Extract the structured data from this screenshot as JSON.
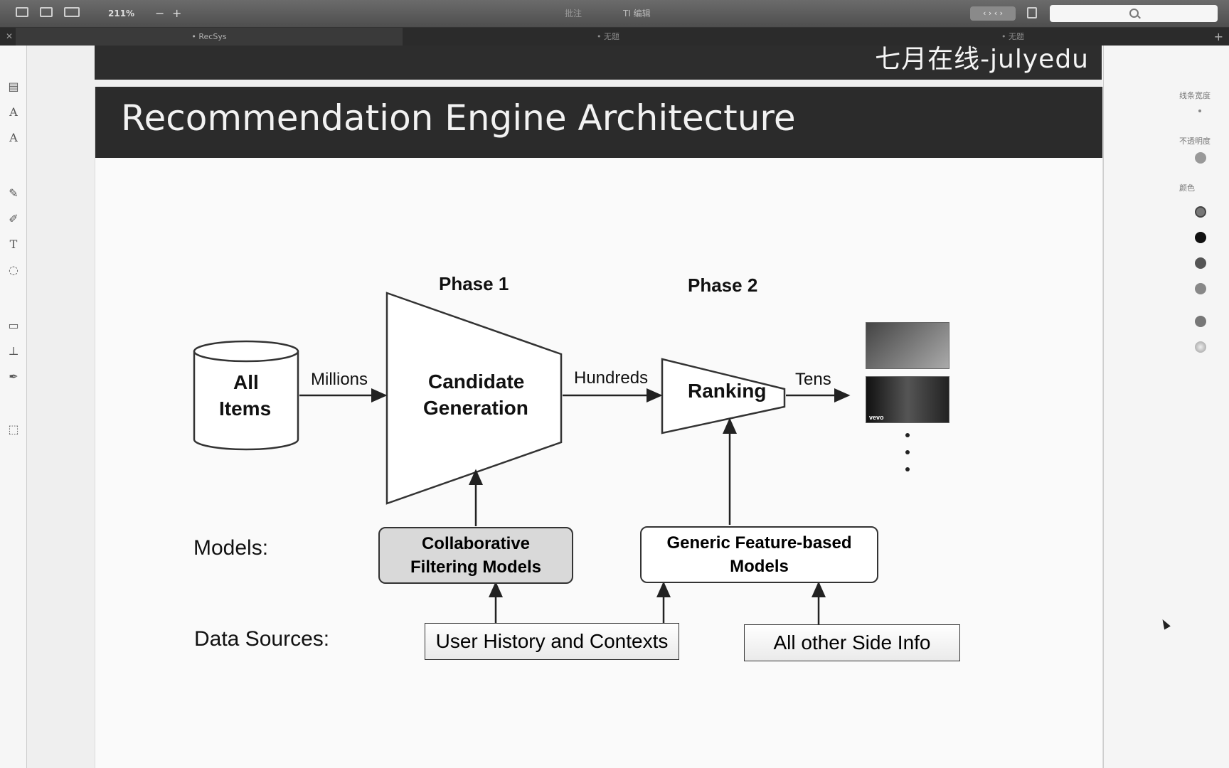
{
  "toolbar": {
    "zoom_label": "211%",
    "zoom_out": "−",
    "zoom_in": "+",
    "center_tool_1": "批注",
    "center_tool_2": "TI 编辑",
    "pill": "‹ › ‹ ›"
  },
  "tabs": [
    {
      "label": "• RecSys",
      "active": true
    },
    {
      "label": "• 无题",
      "active": false
    },
    {
      "label": "• 无题",
      "active": false
    }
  ],
  "slide": {
    "watermark": "七月在线-julyedu",
    "title": "Recommendation Engine Architecture"
  },
  "diagram": {
    "phase1": "Phase 1",
    "phase2": "Phase 2",
    "all_items_line1": "All",
    "all_items_line2": "Items",
    "millions": "Millions",
    "candidate_line1": "Candidate",
    "candidate_line2": "Generation",
    "hundreds": "Hundreds",
    "ranking": "Ranking",
    "tens": "Tens",
    "models_label": "Models:",
    "cf_line1": "Collaborative",
    "cf_line2": "Filtering Models",
    "gf_line1": "Generic Feature-based",
    "gf_line2": "Models",
    "data_sources_label": "Data Sources:",
    "user_history": "User History and Contexts",
    "side_info": "All other Side Info",
    "vevo": "vevo"
  },
  "right_panel": {
    "line_width_label": "线条宽度",
    "opacity_label": "不透明度",
    "color_label": "颜色",
    "colors": [
      "#777777",
      "#111111",
      "#555555",
      "#888888",
      "#777777",
      "#999999"
    ]
  }
}
